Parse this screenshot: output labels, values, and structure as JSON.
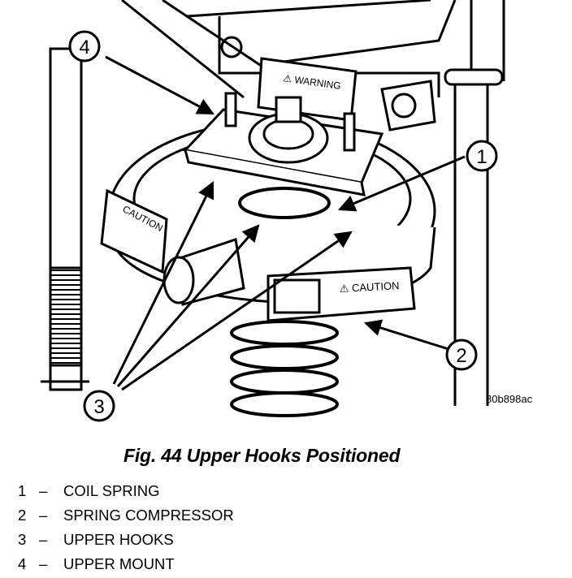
{
  "figure": {
    "code": "80b898ac",
    "warning_label": "⚠ WARNING",
    "caution_label": "⚠ CAUTION",
    "caution_label_side": "CAUTION",
    "callouts": [
      {
        "id": "1"
      },
      {
        "id": "2"
      },
      {
        "id": "3"
      },
      {
        "id": "4"
      }
    ]
  },
  "caption": "Fig. 44 Upper Hooks Positioned",
  "legend": [
    {
      "num": "1",
      "dash": "–",
      "label": "COIL SPRING"
    },
    {
      "num": "2",
      "dash": "–",
      "label": "SPRING COMPRESSOR"
    },
    {
      "num": "3",
      "dash": "–",
      "label": "UPPER HOOKS"
    },
    {
      "num": "4",
      "dash": "–",
      "label": "UPPER MOUNT"
    }
  ]
}
